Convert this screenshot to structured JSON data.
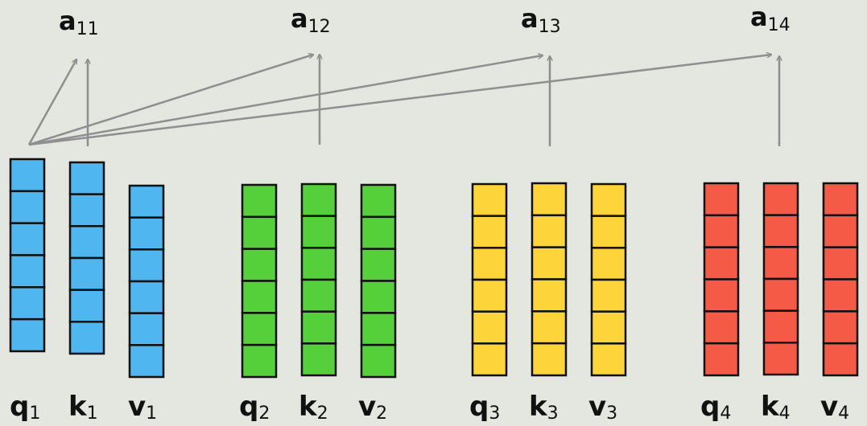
{
  "outputs": [
    {
      "base": "a",
      "sub": "11"
    },
    {
      "base": "a",
      "sub": "12"
    },
    {
      "base": "a",
      "sub": "13"
    },
    {
      "base": "a",
      "sub": "14"
    }
  ],
  "groups": [
    {
      "color": "#4fb6f0",
      "vectors": [
        {
          "base": "q",
          "sub": "1"
        },
        {
          "base": "k",
          "sub": "1"
        },
        {
          "base": "v",
          "sub": "1"
        }
      ]
    },
    {
      "color": "#55d03a",
      "vectors": [
        {
          "base": "q",
          "sub": "2"
        },
        {
          "base": "k",
          "sub": "2"
        },
        {
          "base": "v",
          "sub": "2"
        }
      ]
    },
    {
      "color": "#fdd43a",
      "vectors": [
        {
          "base": "q",
          "sub": "3"
        },
        {
          "base": "k",
          "sub": "3"
        },
        {
          "base": "v",
          "sub": "3"
        }
      ]
    },
    {
      "color": "#f45a45",
      "vectors": [
        {
          "base": "q",
          "sub": "4"
        },
        {
          "base": "k",
          "sub": "4"
        },
        {
          "base": "v",
          "sub": "4"
        }
      ]
    }
  ],
  "cells_per_vector": 6,
  "arrow_color": "#8f8f8f",
  "background": "#e4e6e0"
}
